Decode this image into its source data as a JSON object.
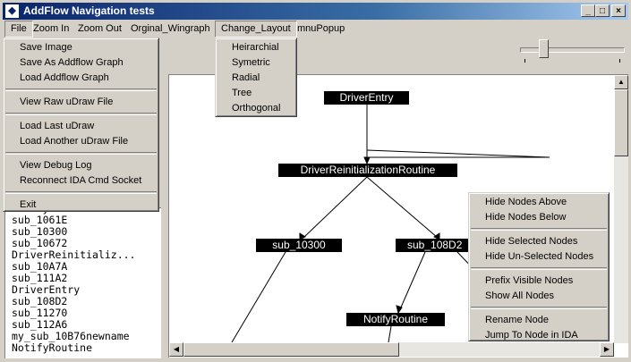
{
  "window": {
    "title": "AddFlow Navigation tests",
    "icon": "app-icon",
    "controls": [
      "minimize-icon",
      "maximize-icon",
      "close-icon"
    ]
  },
  "menubar": {
    "file": "File",
    "zoom_in": "Zoom In",
    "zoom_out": "Zoom Out",
    "original": "Orginal_Wingraph",
    "change_layout": "Change_Layout",
    "popup": "mnuPopup"
  },
  "file_menu": {
    "save_image": "Save Image",
    "save_addflow": "Save As Addflow Graph",
    "load_addflow": "Load Addflow Graph",
    "view_raw": "View Raw uDraw File",
    "load_last": "Load Last uDraw",
    "load_another": "Load Another uDraw File",
    "view_debug": "View Debug Log",
    "reconnect": "Reconnect IDA Cmd Socket",
    "exit": "Exit"
  },
  "layout_menu": {
    "hierarchical": "Heirarchial",
    "symmetric": "Symetric",
    "radial": "Radial",
    "tree": "Tree",
    "orthogonal": "Orthogonal"
  },
  "context_menu": {
    "hide_above": "Hide Nodes Above",
    "hide_below": "Hide Nodes Below",
    "hide_selected": "Hide Selected Nodes",
    "hide_unselected": "Hide Un-Selected Nodes",
    "prefix_visible": "Prefix Visible Nodes",
    "show_all": "Show All Nodes",
    "rename": "Rename Node",
    "jump_to": "Jump To Node in IDA"
  },
  "function_list": {
    "items": [
      "NotifyRoutine",
      "sub_1061E",
      "sub_10300",
      "sub_10672",
      "DriverReinitializ...",
      "sub_10A7A",
      "sub_111A2",
      "DriverEntry",
      "sub_108D2",
      "sub_11270",
      "sub_112A6",
      "my_sub_10B76newname",
      "NotifyRoutine"
    ]
  },
  "graph": {
    "nodes": {
      "driver_entry": "DriverEntry",
      "reinit": "DriverReinitializationRoutine",
      "sub_10300": "sub_10300",
      "sub_108d2": "sub_108D2",
      "notify": "NotifyRoutine"
    }
  },
  "zoom_slider": {
    "value": 0.2
  }
}
